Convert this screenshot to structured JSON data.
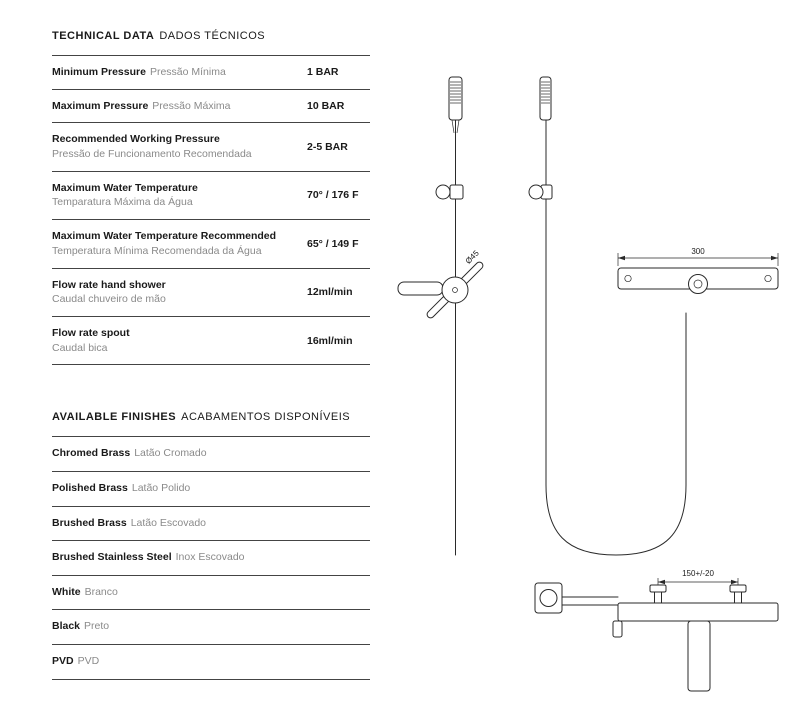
{
  "page": {
    "bg": "#ffffff",
    "text_color": "#1a1a1a",
    "muted_color": "#8a8a8a",
    "rule_color": "#444444"
  },
  "technical_data": {
    "title_en": "TECHNICAL DATA",
    "title_pt": "DADOS TÉCNICOS",
    "rows": [
      {
        "en": "Minimum Pressure",
        "pt": "Pressão Mínima",
        "value": "1 BAR"
      },
      {
        "en": "Maximum Pressure",
        "pt": "Pressão Máxima",
        "value": "10 BAR"
      },
      {
        "en": "Recommended Working Pressure",
        "pt": "Pressão de Funcionamento Recomendada",
        "value": "2-5 BAR"
      },
      {
        "en": "Maximum Water Temperature",
        "pt": "Temparatura Máxima da Água",
        "value": "70° / 176 F"
      },
      {
        "en": "Maximum Water Temperature Recommended",
        "pt": "Temperatura Mínima Recomendada da Água",
        "value": "65° / 149 F"
      },
      {
        "en": "Flow rate hand shower",
        "pt": "Caudal chuveiro de mão",
        "value": "12ml/min"
      },
      {
        "en": "Flow rate spout",
        "pt": "Caudal bica",
        "value": "16ml/min"
      }
    ]
  },
  "available_finishes": {
    "title_en": "AVAILABLE FINISHES",
    "title_pt": "ACABAMENTOS DISPONÍVEIS",
    "items": [
      {
        "en": "Chromed Brass",
        "pt": "Latão Cromado"
      },
      {
        "en": "Polished Brass",
        "pt": "Latão Polido"
      },
      {
        "en": "Brushed Brass",
        "pt": "Latão Escovado"
      },
      {
        "en": "Brushed Stainless Steel",
        "pt": "Inox Escovado"
      },
      {
        "en": "White",
        "pt": "Branco"
      },
      {
        "en": "Black",
        "pt": "Preto"
      },
      {
        "en": "PVD",
        "pt": "PVD"
      }
    ]
  },
  "diagrams": {
    "dim_diameter": "Ø45",
    "dim_width": "300",
    "dim_spacing": "150+/-20"
  }
}
